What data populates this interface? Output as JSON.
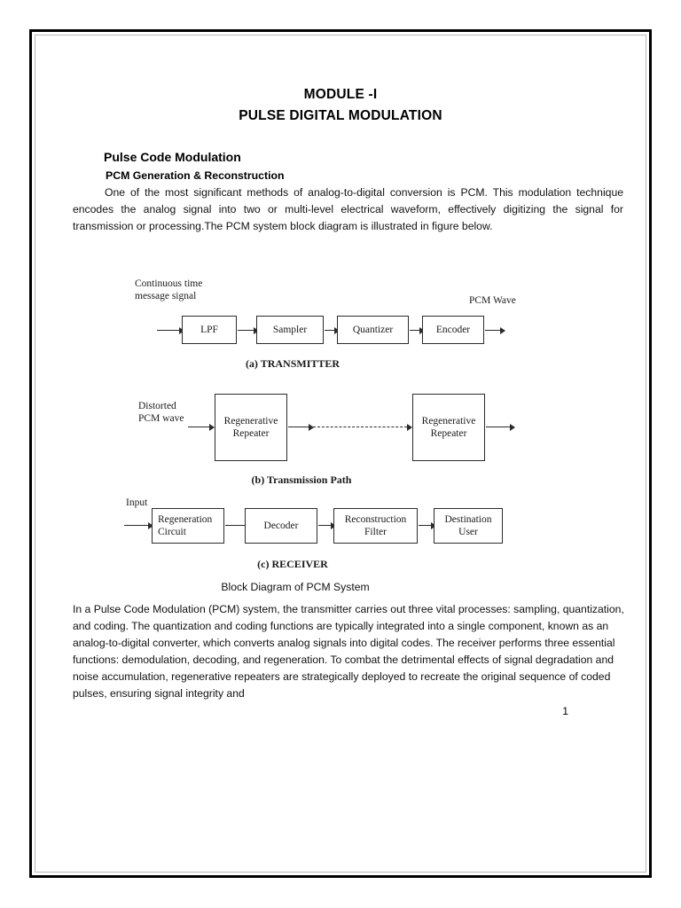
{
  "document": {
    "title_line1": "MODULE -I",
    "title_line2": "PULSE DIGITAL MODULATION",
    "heading": "Pulse Code Modulation",
    "subheading": "PCM Generation & Reconstruction",
    "intro_paragraph": "One of the most significant methods of analog-to-digital conversion is PCM. This modulation technique encodes the analog signal into two or multi-level electrical waveform, effectively digitizing the signal for transmission or processing.The PCM system block diagram is illustrated in figure below.",
    "closing_paragraph": "In a Pulse Code Modulation (PCM) system, the transmitter carries out three vital processes: sampling, quantization, and coding. The quantization and coding functions are typically integrated into a single component, known as an analog-to-digital converter, which converts analog signals into digital codes. The receiver performs three essential functions: demodulation, decoding, and regeneration. To combat the detrimental effects of signal degradation and noise accumulation, regenerative repeaters are strategically deployed to recreate the original sequence of coded pulses, ensuring signal integrity and",
    "page_number": "1"
  },
  "figure": {
    "main_caption": "Block Diagram of PCM System",
    "transmitter": {
      "caption": "(a) TRANSMITTER",
      "input_label": "Continuous time\nmessage signal",
      "output_label": "PCM Wave",
      "blocks": [
        {
          "label": "LPF"
        },
        {
          "label": "Sampler"
        },
        {
          "label": "Quantizer"
        },
        {
          "label": "Encoder"
        }
      ]
    },
    "transmission_path": {
      "caption": "(b) Transmission Path",
      "input_label": "Distorted\nPCM wave",
      "blocks": [
        {
          "label": "Regenerative\nRepeater"
        },
        {
          "label": "Regenerative\nRepeater"
        }
      ]
    },
    "receiver": {
      "caption": "(c) RECEIVER",
      "input_label": "Input",
      "blocks": [
        {
          "label": "Regeneration\nCircuit"
        },
        {
          "label": "Decoder"
        },
        {
          "label": "Reconstruction\nFilter"
        },
        {
          "label": "Destination\nUser"
        }
      ]
    }
  },
  "colors": {
    "page_border": "#000000",
    "inner_rule": "#b8b8b8",
    "text": "#111111",
    "diagram_stroke": "#2b2b2b"
  }
}
